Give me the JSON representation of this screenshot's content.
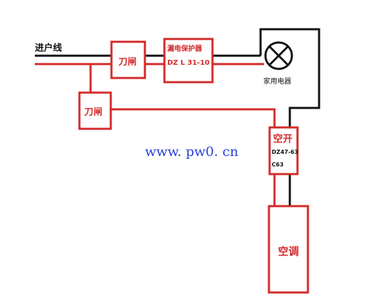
{
  "labels": {
    "incoming_line": "进户线",
    "knife_switch_main": "刀闸",
    "knife_switch_branch": "刀闸",
    "rcd_title": "漏电保护器",
    "rcd_model": "DZ L 31-10",
    "appliance_label": "家用电器",
    "breaker_title": "空开",
    "breaker_model": "DZ47-63",
    "breaker_rating": "C63",
    "ac_unit": "空调",
    "watermark": "www. pw0. cn"
  },
  "colors": {
    "neutral_wire": "#111111",
    "live_wire": "#d42a2a",
    "watermark": "#2a3fd6"
  },
  "icons": {
    "appliance": "lamp-cross-icon"
  }
}
